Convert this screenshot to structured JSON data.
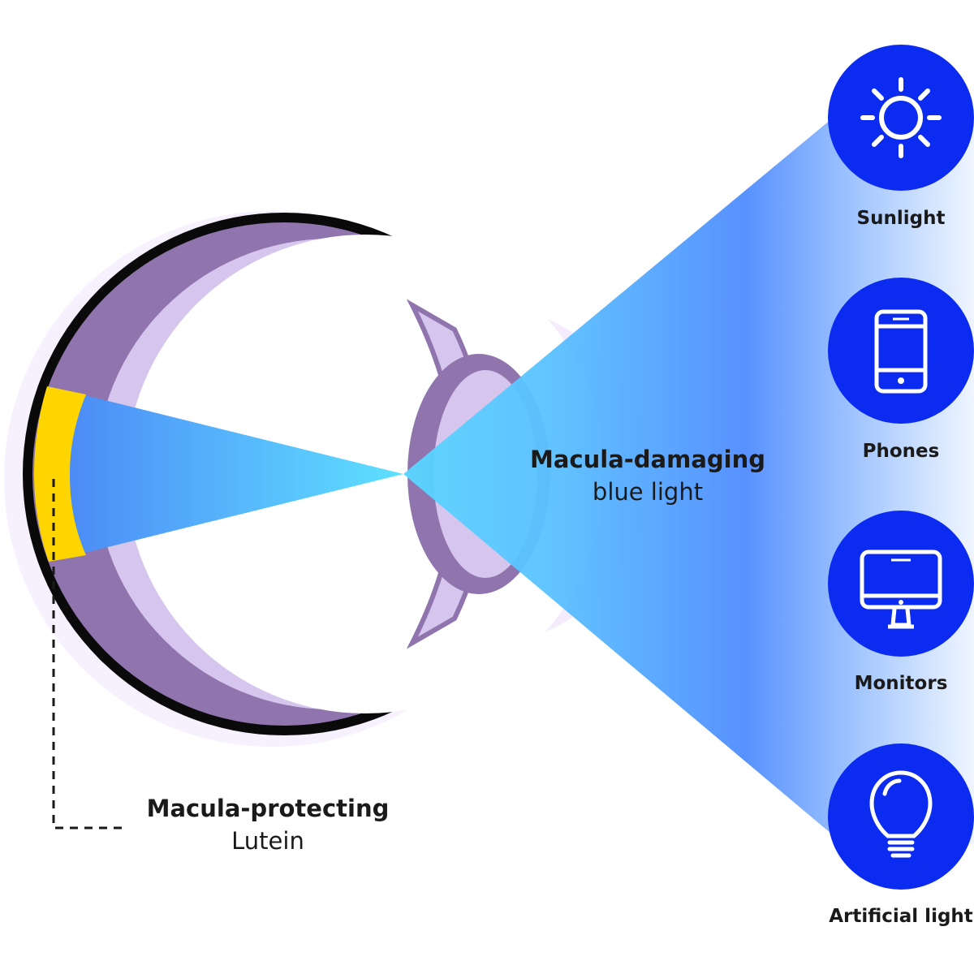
{
  "colors": {
    "source_circle": "#0c2bf0",
    "source_icon": "#ffffff",
    "beam_light": "#bfe0ff",
    "beam_mid": "#5ccaff",
    "beam_deep": "#3a6ff5",
    "macula": "#ffd500",
    "eye_outline": "#0a0a0a",
    "choroid": "#8f74ad",
    "retina_layer": "#d6c6ee",
    "halo": "#f6f0ff",
    "text": "#1a1a1a"
  },
  "callouts": {
    "damaging_title": "Macula-damaging",
    "damaging_subtitle": "blue light",
    "protecting_title": "Macula-protecting",
    "protecting_subtitle": "Lutein"
  },
  "sources": [
    {
      "label": "Sunlight",
      "icon": "sun-icon"
    },
    {
      "label": "Phones",
      "icon": "phone-icon"
    },
    {
      "label": "Monitors",
      "icon": "monitor-icon"
    },
    {
      "label": "Artificial light",
      "icon": "lightbulb-icon"
    }
  ]
}
